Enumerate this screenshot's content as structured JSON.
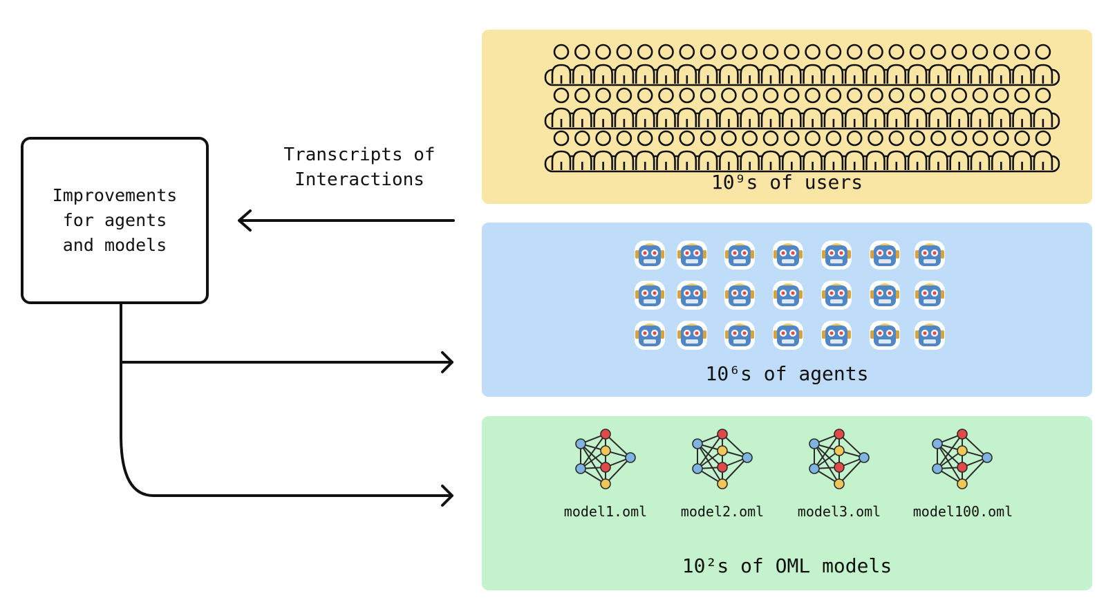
{
  "source_box": {
    "label": "Improvements\nfor agents\nand models"
  },
  "arrow_label": "Transcripts of\nInteractions",
  "panels": {
    "users": {
      "label": "10⁹s of users",
      "color": "#f9e5a4",
      "rows": 3,
      "per_row": 24
    },
    "agents": {
      "label": "10⁶s of agents",
      "color": "#bfdcf8",
      "rows": 3,
      "per_row": 7
    },
    "models": {
      "label": "10²s of OML models",
      "color": "#c3f2cc",
      "files": [
        "model1.oml",
        "model2.oml",
        "model3.oml",
        "model100.oml"
      ]
    }
  },
  "icons": {
    "user": "person-icon",
    "agent": "robot-icon",
    "model": "neural-network-icon"
  }
}
